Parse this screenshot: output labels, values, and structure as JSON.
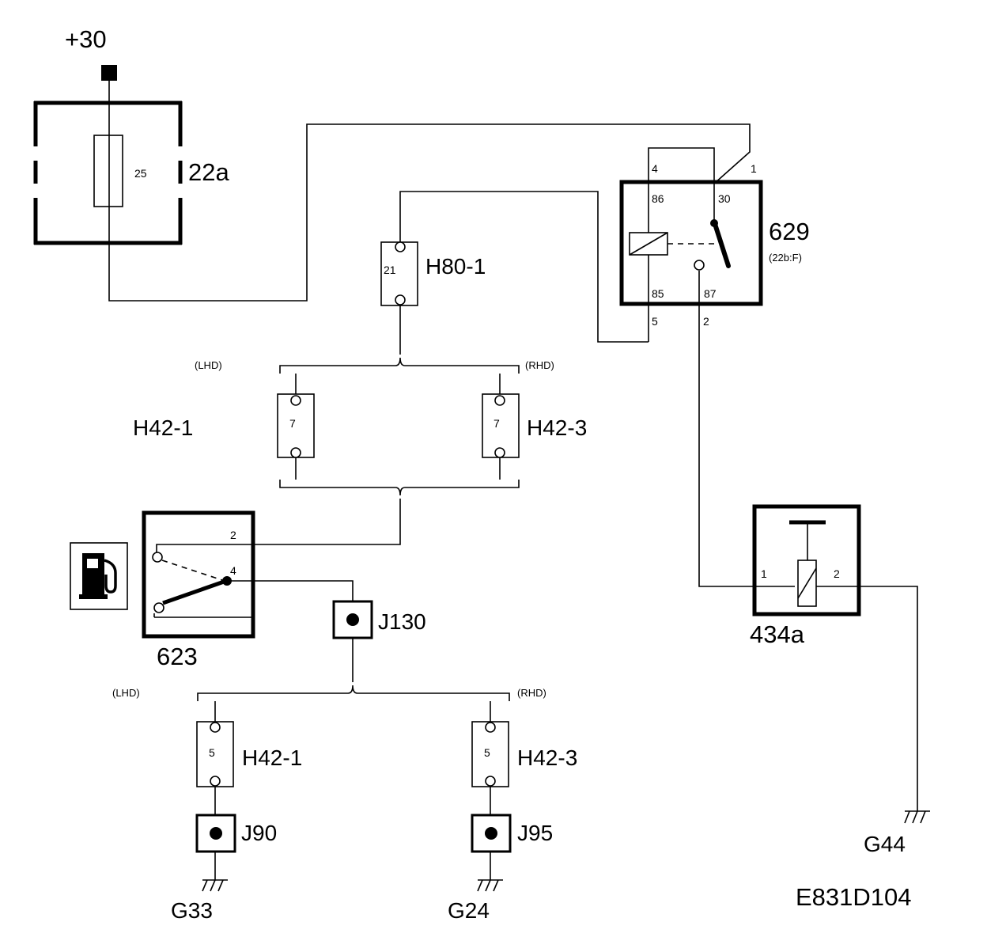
{
  "supply": {
    "label": "+30"
  },
  "fuse_box": {
    "label": "22a",
    "fuse_rating": "25"
  },
  "relay": {
    "label": "629",
    "sublabel": "(22b:F)",
    "pins": {
      "p4": "4",
      "p1": "1",
      "p86": "86",
      "p30": "30",
      "p85": "85",
      "p87": "87",
      "p5": "5",
      "p2": "2"
    }
  },
  "connector_h80": {
    "label": "H80-1",
    "pin": "21"
  },
  "variant_upper": {
    "lhd": "(LHD)",
    "rhd": "(RHD)"
  },
  "connector_h42_1_upper": {
    "label": "H42-1",
    "pin": "7"
  },
  "connector_h42_3_upper": {
    "label": "H42-3",
    "pin": "7"
  },
  "sender_623": {
    "label": "623",
    "pin_a": "2",
    "pin_b": "4"
  },
  "fuel_icon": "fuel-pump-icon",
  "splice_j130": {
    "label": "J130"
  },
  "variant_lower": {
    "lhd": "(LHD)",
    "rhd": "(RHD)"
  },
  "connector_h42_1_lower": {
    "label": "H42-1",
    "pin": "5"
  },
  "connector_h42_3_lower": {
    "label": "H42-3",
    "pin": "5"
  },
  "splice_j90": {
    "label": "J90"
  },
  "splice_j95": {
    "label": "J95"
  },
  "ground_g33": {
    "label": "G33"
  },
  "ground_g24": {
    "label": "G24"
  },
  "pump_434a": {
    "label": "434a",
    "pin_1": "1",
    "pin_2": "2"
  },
  "ground_g44": {
    "label": "G44"
  },
  "diagram_code": "E831D104"
}
